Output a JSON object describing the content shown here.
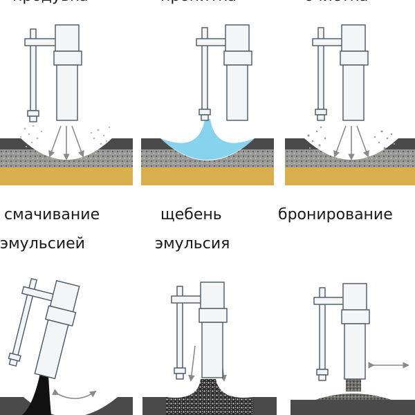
{
  "top_row": {
    "caption_1": "продувка",
    "caption_2": "пропитка",
    "caption_3": "очистка"
  },
  "bottom_row": {
    "caption_1_line_1": "смачивание",
    "caption_1_line_2": "эмульсией",
    "caption_2_line_1": "щебень",
    "caption_2_line_2": "эмульсия",
    "caption_3_line_1": "бронирование"
  },
  "colors": {
    "asphalt": "#4a4a4a",
    "aggregate": "#9a9a96",
    "sand_base": "#d9ae4c",
    "water": "#86d3ee",
    "emulsion": "#111111",
    "nozzle_metal": "#f3f5f7",
    "nozzle_outline": "#4b5563",
    "arrow": "#8a8a8a"
  },
  "icons": [
    "air-jet-icon",
    "water-jet-icon",
    "cleaning-jet-icon",
    "emulsion-jet-icon",
    "gravel-emulsion-jet-icon",
    "armoring-jet-icon",
    "move-arrow-icon"
  ]
}
